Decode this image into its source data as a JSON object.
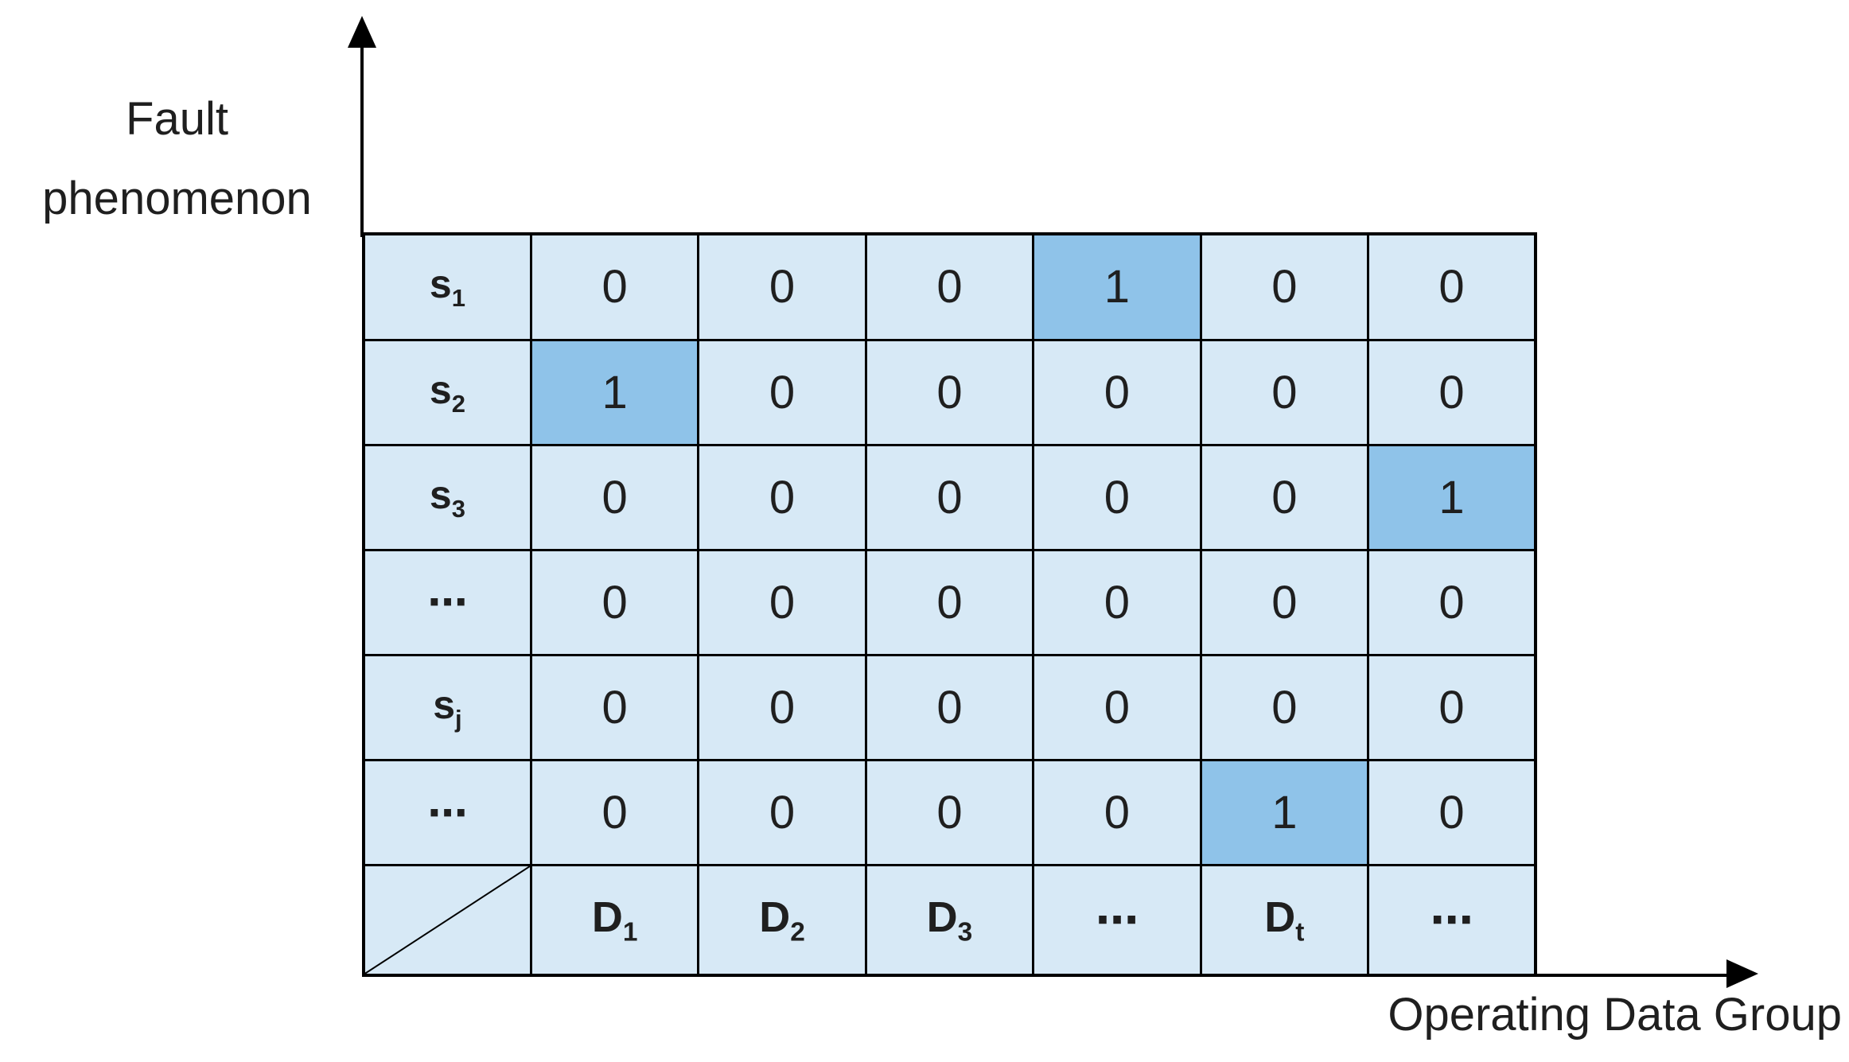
{
  "figure": {
    "y_axis": {
      "label_line1": "Fault",
      "label_line2": "phenomenon"
    },
    "x_axis": {
      "label": "Operating Data Group"
    },
    "colors": {
      "cell_background": "#d7e9f6",
      "highlight_background": "#8fc3e9",
      "line": "#000000",
      "text": "#1f1f1f"
    },
    "matrix": {
      "row_labels": [
        "s_1",
        "s_2",
        "s_3",
        "⋯",
        "s_j",
        "⋯"
      ],
      "col_labels": [
        "D_1",
        "D_2",
        "D_3",
        "⋯",
        "D_t",
        "⋯"
      ],
      "values": [
        [
          "0",
          "0",
          "0",
          "1",
          "0",
          "0"
        ],
        [
          "1",
          "0",
          "0",
          "0",
          "0",
          "0"
        ],
        [
          "0",
          "0",
          "0",
          "0",
          "0",
          "1"
        ],
        [
          "0",
          "0",
          "0",
          "0",
          "0",
          "0"
        ],
        [
          "0",
          "0",
          "0",
          "0",
          "0",
          "0"
        ],
        [
          "0",
          "0",
          "0",
          "0",
          "1",
          "0"
        ]
      ],
      "highlight_value": "1"
    }
  }
}
